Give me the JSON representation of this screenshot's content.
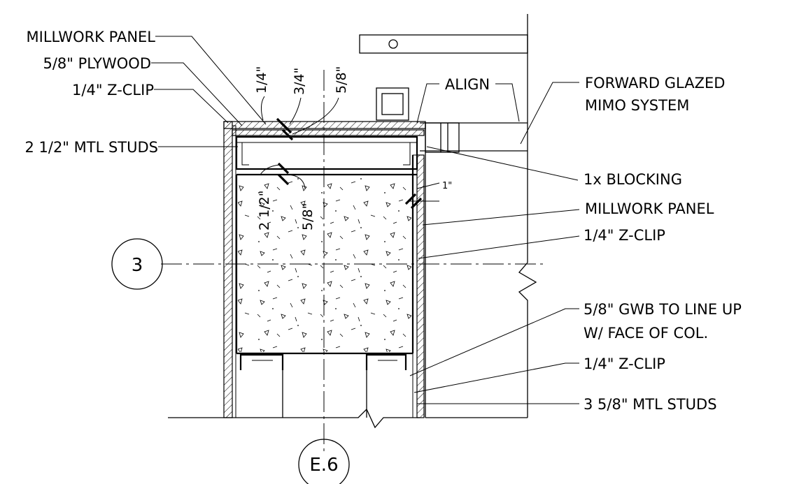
{
  "grid_bubbles": {
    "row": "3",
    "column": "E.6"
  },
  "labels_left": {
    "millwork_panel": "MILLWORK PANEL",
    "plywood": "5/8\" PLYWOOD",
    "z_clip": "1/4\" Z-CLIP",
    "mtl_studs": "2 1/2\" MTL STUDS"
  },
  "labels_right": {
    "align": "ALIGN",
    "glazed_line1": "FORWARD GLAZED",
    "glazed_line2": "MIMO SYSTEM",
    "blocking": "1x BLOCKING",
    "millwork_panel": "MILLWORK PANEL",
    "z_clip_upper": "1/4\" Z-CLIP",
    "gwb_line1": "5/8\" GWB TO LINE UP",
    "gwb_line2": "W/ FACE OF COL.",
    "z_clip_lower": "1/4\" Z-CLIP",
    "mtl_studs": "3 5/8\" MTL STUDS"
  },
  "dimensions": {
    "d_quarter": "1/4\"",
    "d_three_quarter": "3/4\"",
    "d_five_eighth_top": "5/8\"",
    "d_two_half": "2 1/2\"",
    "d_five_eighth_mid": "5/8\"",
    "d_one_inch": "1\""
  }
}
